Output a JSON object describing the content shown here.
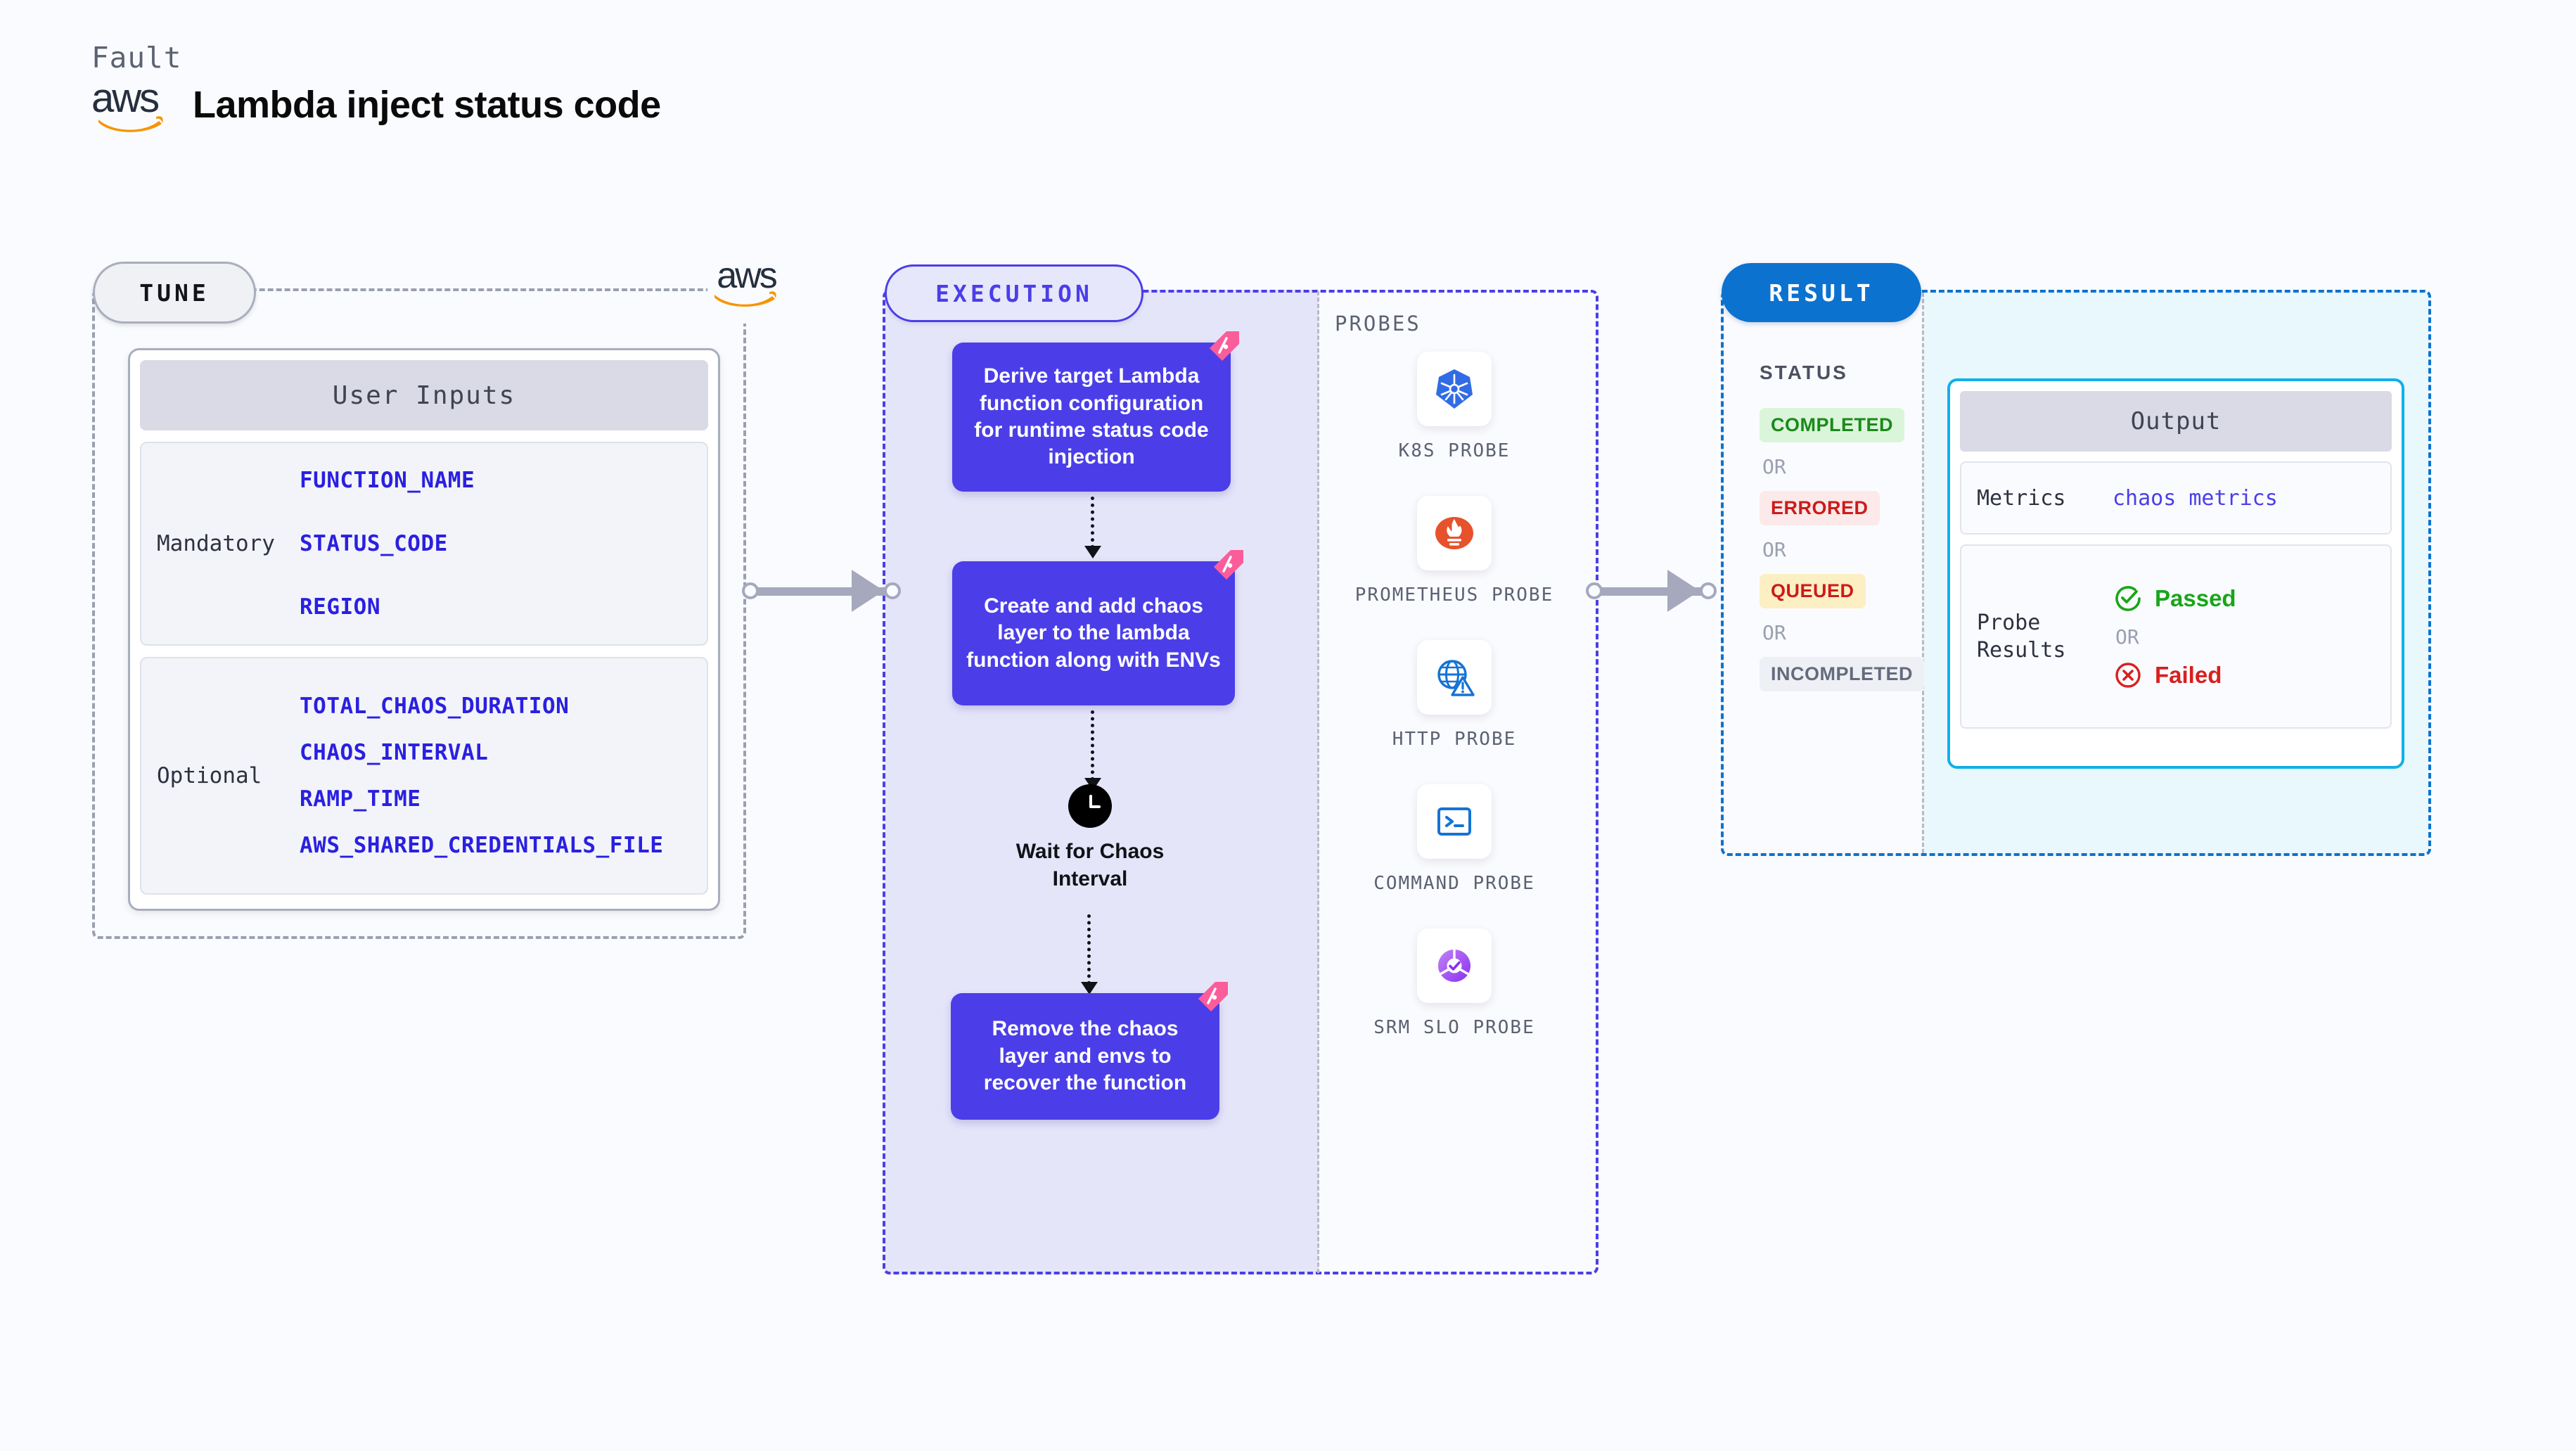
{
  "header": {
    "fault_label": "Fault",
    "brand": "aws",
    "title": "Lambda inject status code"
  },
  "tune": {
    "pill_label": "TUNE",
    "brand_logo": "aws",
    "card_title": "User Inputs",
    "groups": [
      {
        "label": "Mandatory",
        "variables": [
          "FUNCTION_NAME",
          "STATUS_CODE",
          "REGION"
        ]
      },
      {
        "label": "Optional",
        "variables": [
          "TOTAL_CHAOS_DURATION",
          "CHAOS_INTERVAL",
          "RAMP_TIME",
          "AWS_SHARED_CREDENTIALS_FILE"
        ]
      }
    ]
  },
  "execution": {
    "pill_label": "EXECUTION",
    "steps": [
      {
        "text": "Derive target Lambda function configuration for runtime status code injection"
      },
      {
        "text": "Create and add chaos layer to the lambda function along with ENVs"
      },
      {
        "text": "Remove the chaos layer and envs to recover the function"
      }
    ],
    "wait_node": {
      "label": "Wait for Chaos Interval",
      "icon": "clock-icon"
    },
    "probes_title": "PROBES",
    "probes": [
      {
        "label": "K8S PROBE",
        "icon": "kubernetes-icon"
      },
      {
        "label": "PROMETHEUS PROBE",
        "icon": "prometheus-icon"
      },
      {
        "label": "HTTP PROBE",
        "icon": "http-globe-icon"
      },
      {
        "label": "COMMAND PROBE",
        "icon": "terminal-icon"
      },
      {
        "label": "SRM SLO PROBE",
        "icon": "srm-slo-icon"
      }
    ]
  },
  "result": {
    "pill_label": "RESULT",
    "status_title": "STATUS",
    "or_label": "OR",
    "statuses": [
      {
        "label": "COMPLETED",
        "style": "st-completed"
      },
      {
        "label": "ERRORED",
        "style": "st-errored"
      },
      {
        "label": "QUEUED",
        "style": "st-queued"
      },
      {
        "label": "INCOMPLETED",
        "style": "st-incompleted"
      }
    ],
    "output": {
      "title": "Output",
      "metrics_label": "Metrics",
      "metrics_value": "chaos metrics",
      "probe_results_label": "Probe Results",
      "passed_label": "Passed",
      "failed_label": "Failed",
      "or_label": "OR"
    }
  },
  "colors": {
    "background": "#fafbfe",
    "tune_border": "#9aa0b0",
    "execution_accent": "#4b3ee8",
    "execution_fill": "#e5e5fa",
    "result_accent": "#0c72cf",
    "result_fill": "#e9f8fd",
    "output_border": "#12b0e8",
    "flag_pink": "#fa5d9a",
    "aws_orange": "#f79400",
    "var_blue": "#2a20e0",
    "passed_green": "#19a519",
    "failed_red": "#d91f1f"
  }
}
